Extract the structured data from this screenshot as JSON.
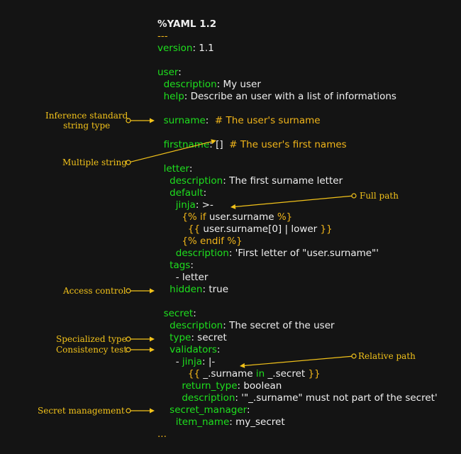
{
  "colors": {
    "background": "#141414",
    "key": "#1ee01e",
    "comment": "#f2b61a",
    "text": "#f0f0f0",
    "annotation": "#f2c21a"
  },
  "code_lines": [
    [
      {
        "t": "%YAML 1.2",
        "c": "b"
      }
    ],
    [
      {
        "t": "---",
        "c": "c"
      }
    ],
    [
      {
        "t": "version",
        "c": "k"
      },
      {
        "t": ": 1.1",
        "c": "w"
      }
    ],
    [],
    [
      {
        "t": "user",
        "c": "k"
      },
      {
        "t": ":",
        "c": "w"
      }
    ],
    [
      {
        "t": "  description",
        "c": "k"
      },
      {
        "t": ": My user",
        "c": "w"
      }
    ],
    [
      {
        "t": "  help",
        "c": "k"
      },
      {
        "t": ": Describe an user with a list of informations",
        "c": "w"
      }
    ],
    [],
    [
      {
        "t": "  surname",
        "c": "k"
      },
      {
        "t": ":  ",
        "c": "w"
      },
      {
        "t": "# The user's surname",
        "c": "c"
      }
    ],
    [],
    [
      {
        "t": "  firstname",
        "c": "k"
      },
      {
        "t": ": []  ",
        "c": "w"
      },
      {
        "t": "# The user's first names",
        "c": "c"
      }
    ],
    [],
    [
      {
        "t": "  letter",
        "c": "k"
      },
      {
        "t": ":",
        "c": "w"
      }
    ],
    [
      {
        "t": "    description",
        "c": "k"
      },
      {
        "t": ": The first surname letter",
        "c": "w"
      }
    ],
    [
      {
        "t": "    default",
        "c": "k"
      },
      {
        "t": ":",
        "c": "w"
      }
    ],
    [
      {
        "t": "      jinja",
        "c": "k"
      },
      {
        "t": ": >-",
        "c": "w"
      }
    ],
    [
      {
        "t": "        {% if ",
        "c": "c"
      },
      {
        "t": "user.surname",
        "c": "w"
      },
      {
        "t": " %}",
        "c": "c"
      }
    ],
    [
      {
        "t": "          {{ ",
        "c": "c"
      },
      {
        "t": "user.surname[0] | lower",
        "c": "w"
      },
      {
        "t": " }}",
        "c": "c"
      }
    ],
    [
      {
        "t": "        {% endif %}",
        "c": "c"
      }
    ],
    [
      {
        "t": "      description",
        "c": "k"
      },
      {
        "t": ": 'First letter of \"user.surname\"'",
        "c": "w"
      }
    ],
    [
      {
        "t": "    tags",
        "c": "k"
      },
      {
        "t": ":",
        "c": "w"
      }
    ],
    [
      {
        "t": "      - letter",
        "c": "w"
      }
    ],
    [
      {
        "t": "    hidden",
        "c": "k"
      },
      {
        "t": ": true",
        "c": "w"
      }
    ],
    [],
    [
      {
        "t": "  secret",
        "c": "k"
      },
      {
        "t": ":",
        "c": "w"
      }
    ],
    [
      {
        "t": "    description",
        "c": "k"
      },
      {
        "t": ": The secret of the user",
        "c": "w"
      }
    ],
    [
      {
        "t": "    type",
        "c": "k"
      },
      {
        "t": ": secret",
        "c": "w"
      }
    ],
    [
      {
        "t": "    validators",
        "c": "k"
      },
      {
        "t": ":",
        "c": "w"
      }
    ],
    [
      {
        "t": "      - ",
        "c": "w"
      },
      {
        "t": "jinja",
        "c": "k"
      },
      {
        "t": ": |-",
        "c": "w"
      }
    ],
    [
      {
        "t": "          {{ ",
        "c": "c"
      },
      {
        "t": "_.surname ",
        "c": "w"
      },
      {
        "t": "in",
        "c": "k"
      },
      {
        "t": " _.secret",
        "c": "w"
      },
      {
        "t": " }}",
        "c": "c"
      }
    ],
    [
      {
        "t": "        return_type",
        "c": "k"
      },
      {
        "t": ": boolean",
        "c": "w"
      }
    ],
    [
      {
        "t": "        description",
        "c": "k"
      },
      {
        "t": ": '\"_.surname\" must not part of the secret'",
        "c": "w"
      }
    ],
    [
      {
        "t": "    secret_manager",
        "c": "k"
      },
      {
        "t": ":",
        "c": "w"
      }
    ],
    [
      {
        "t": "      item_name",
        "c": "k"
      },
      {
        "t": ": my_secret",
        "c": "w"
      }
    ],
    [
      {
        "t": "...",
        "c": "c"
      }
    ]
  ],
  "annotations": {
    "inference": "Inference standard\nstring type",
    "multiple": "Multiple string",
    "full_path": "Full path",
    "access": "Access control",
    "specialized": "Specialized type",
    "consistency": "Consistency test",
    "relative_path": "Relative path",
    "secret_mgmt": "Secret management"
  }
}
